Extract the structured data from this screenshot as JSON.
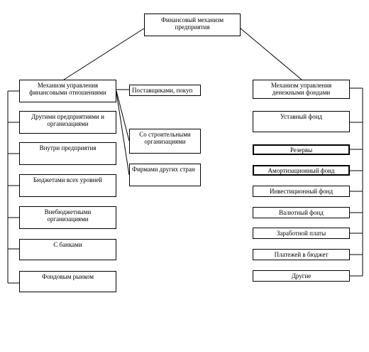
{
  "root": {
    "text": "Финансовый механизм\nпредприятия"
  },
  "left": {
    "header": "Механизм управления\nфинансовыми отношениями",
    "items": [
      "Другими предприятиями и\nорганизациями",
      "Внутри предприятия",
      "Бюджетами всех уровней",
      "Внебюджетными\nорганизациями",
      "С банками",
      "Фондовым рынком"
    ],
    "side_items": [
      "Поставщиками, покуп",
      "Со строительными\nорганизациями",
      "Фирмами других стран"
    ]
  },
  "right": {
    "header": "Механизм управления\nденежными фондами",
    "items": [
      "Уставный фонд",
      "Резервы",
      "Амортизационный фонд",
      "Инвестиционный фонд",
      "Валютный фонд",
      "Заработной платы",
      "Платежей в бюджет",
      "Другие"
    ]
  }
}
